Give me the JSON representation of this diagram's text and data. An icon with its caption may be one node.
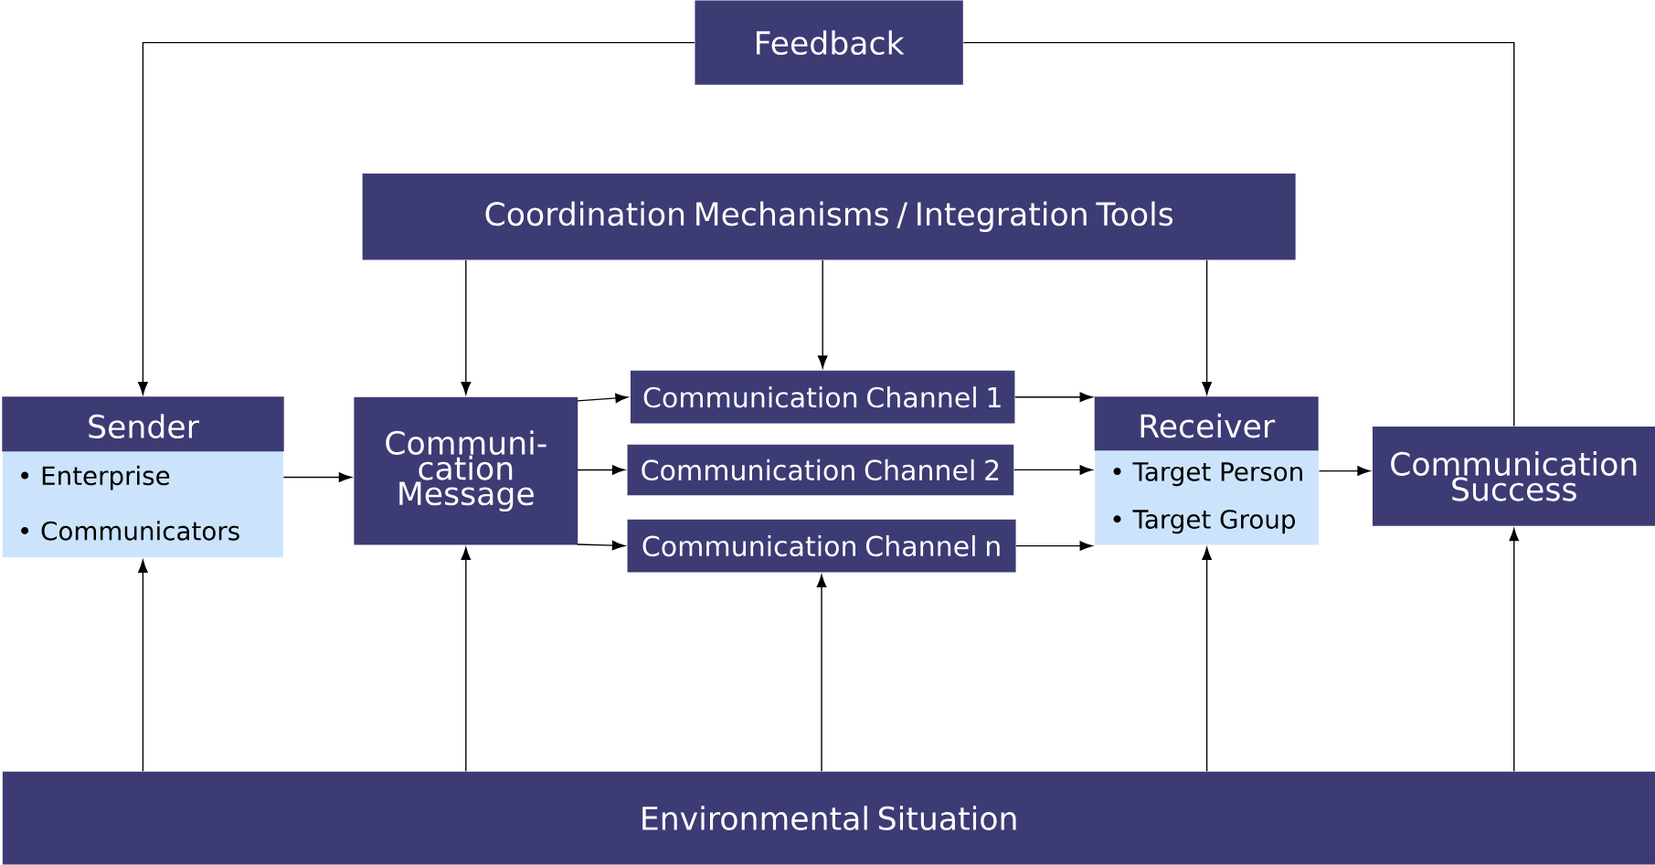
{
  "diagram": {
    "nodes": [
      {
        "text": [
          "Feedback"
        ]
      },
      {
        "text": [
          "Coordination Mechanisms / Integration Tools"
        ]
      },
      {
        "text": [
          "Sender",
          "• Enterprise",
          "• Communicators"
        ]
      },
      {
        "text": [
          "Communi- cation Message"
        ]
      },
      {
        "text": [
          "Communication Channel 1"
        ]
      },
      {
        "text": [
          "Communication Channel 2"
        ]
      },
      {
        "text": [
          "Communication Channel n"
        ]
      },
      {
        "text": [
          "Receiver",
          "• Target Person",
          "• Target Group"
        ]
      },
      {
        "text": [
          "Communication Success"
        ]
      },
      {
        "text": [
          "Environmental Situation"
        ]
      }
    ],
    "edges": [
      {
        "from": 0,
        "to": 2,
        "arrow": "to"
      },
      {
        "from": 8,
        "to": 0,
        "arrow": "none"
      },
      {
        "from": 1,
        "to": 3,
        "arrow": "to"
      },
      {
        "from": 1,
        "to": 4,
        "arrow": "to"
      },
      {
        "from": 1,
        "to": 7,
        "arrow": "to"
      },
      {
        "from": 2,
        "to": 3,
        "arrow": "to"
      },
      {
        "from": 3,
        "to": 4,
        "arrow": "to"
      },
      {
        "from": 3,
        "to": 5,
        "arrow": "to"
      },
      {
        "from": 3,
        "to": 6,
        "arrow": "to"
      },
      {
        "from": 4,
        "to": 7,
        "arrow": "to"
      },
      {
        "from": 5,
        "to": 7,
        "arrow": "to"
      },
      {
        "from": 6,
        "to": 7,
        "arrow": "to"
      },
      {
        "from": 7,
        "to": 8,
        "arrow": "to"
      },
      {
        "from": 9,
        "to": 2,
        "arrow": "to"
      },
      {
        "from": 9,
        "to": 3,
        "arrow": "to"
      },
      {
        "from": 9,
        "to": 6,
        "arrow": "to"
      },
      {
        "from": 9,
        "to": 7,
        "arrow": "to"
      },
      {
        "from": 9,
        "to": 8,
        "arrow": "to"
      }
    ]
  }
}
